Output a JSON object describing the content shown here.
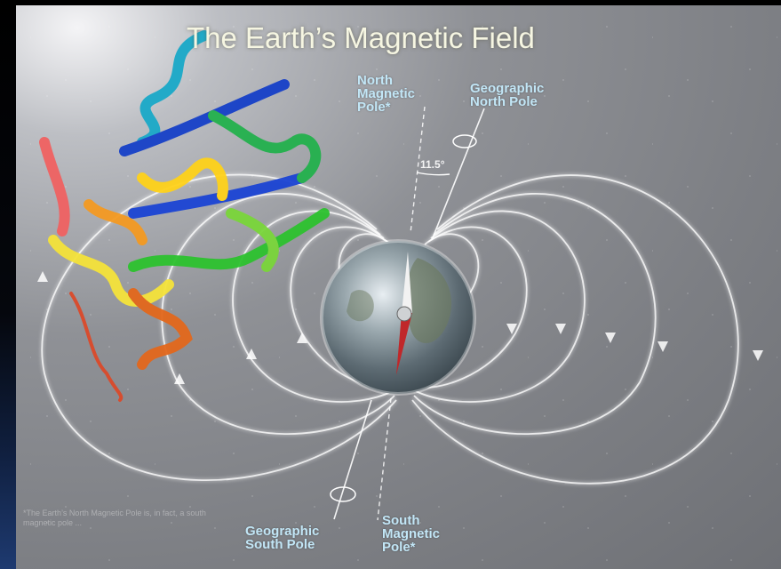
{
  "slide": {
    "title": "The Earth’s Magnetic Field",
    "labels": {
      "north_magnetic_pole": [
        "North",
        "Magnetic",
        "Pole*"
      ],
      "geographic_north_pole": [
        "Geographic",
        "North Pole"
      ],
      "geographic_south_pole": [
        "Geographic",
        "South Pole"
      ],
      "south_magnetic_pole": [
        "South",
        "Magnetic",
        "Pole*"
      ],
      "tilt_angle": "11.5°"
    },
    "footnote": "*The Earth’s North Magnetic Pole is, in fact, a south magnetic pole ..."
  },
  "colors": {
    "label_blue": "#c2e6f6",
    "title": "#f6f6e2",
    "field_lines": "#ffffff",
    "compass_red": "#c0282a"
  },
  "icons": [
    "earth-globe",
    "compass-needle",
    "protein-ribbon",
    "rotation-arrow"
  ]
}
